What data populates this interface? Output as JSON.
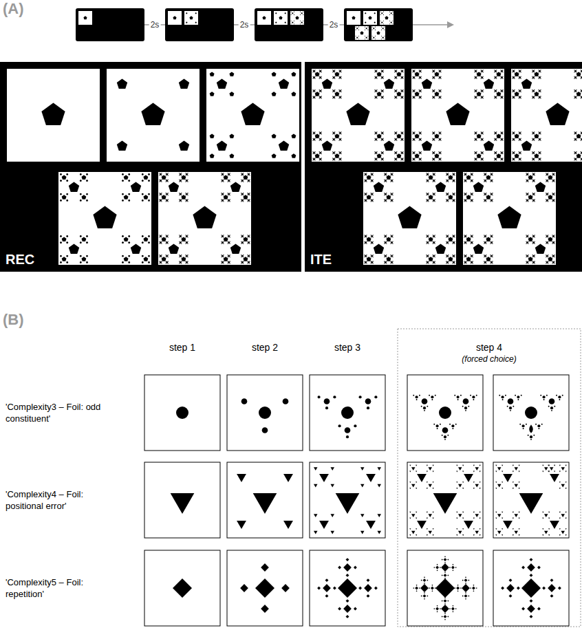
{
  "diagram": {
    "nodes": [
      {
        "text": [
          "REC"
        ]
      },
      {
        "text": [
          "ITE"
        ]
      },
      {
        "text": [
          "step 4",
          "(forced choice)"
        ]
      }
    ],
    "labels": [
      "(A)",
      "2s",
      "2s",
      "2s",
      "(B)",
      "step 1",
      "step 2",
      "step 3",
      "'Complexity3 – Foil: odd constituent'",
      "'Complexity4 – Foil: positional error'",
      "'Complexity5 – Foil: repetition'"
    ]
  }
}
